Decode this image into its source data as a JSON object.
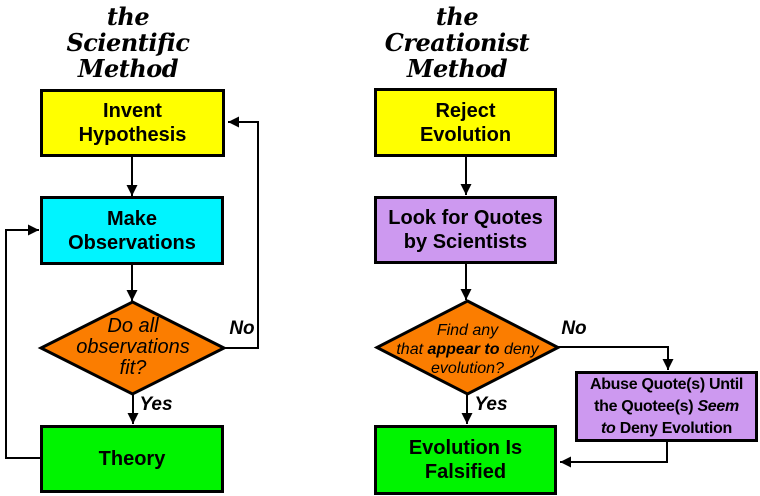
{
  "page": {
    "background": "#FFFFFF"
  },
  "colors": {
    "box_yellow": "#FFFF00",
    "box_cyan": "#00F4FF",
    "box_green": "#00F400",
    "box_purple": "#CD99F0",
    "diamond_orange": "#FB7D00",
    "line_black": "#000000"
  },
  "left_chart": {
    "title": [
      "the",
      "Scientific",
      "Method"
    ],
    "nodes": {
      "invent": {
        "lines": [
          "Invent",
          "Hypothesis"
        ]
      },
      "observe": {
        "lines": [
          "Make",
          "Observations"
        ]
      },
      "decision": {
        "lines": [
          "Do all",
          "observations",
          "fit?"
        ]
      },
      "theory": {
        "lines": [
          "Theory"
        ]
      }
    },
    "labels": {
      "no": "No",
      "yes": "Yes"
    }
  },
  "right_chart": {
    "title": [
      "the",
      "Creationist",
      "Method"
    ],
    "nodes": {
      "reject": {
        "lines": [
          "Reject",
          "Evolution"
        ]
      },
      "quotes": {
        "lines": [
          "Look for Quotes",
          "by Scientists"
        ]
      },
      "decision": {
        "l1": "Find any",
        "l2a": "that ",
        "l2b": "appear to",
        "l2c": " deny",
        "l3": "evolution?"
      },
      "falsified": {
        "lines": [
          "Evolution Is",
          "Falsified"
        ]
      },
      "abuse": {
        "l1": "Abuse Quote(s) Until",
        "l2a": "the Quotee(s) ",
        "l2b": "Seem",
        "l3a": "to",
        "l3b": " Deny Evolution"
      }
    },
    "labels": {
      "no": "No",
      "yes": "Yes"
    }
  }
}
